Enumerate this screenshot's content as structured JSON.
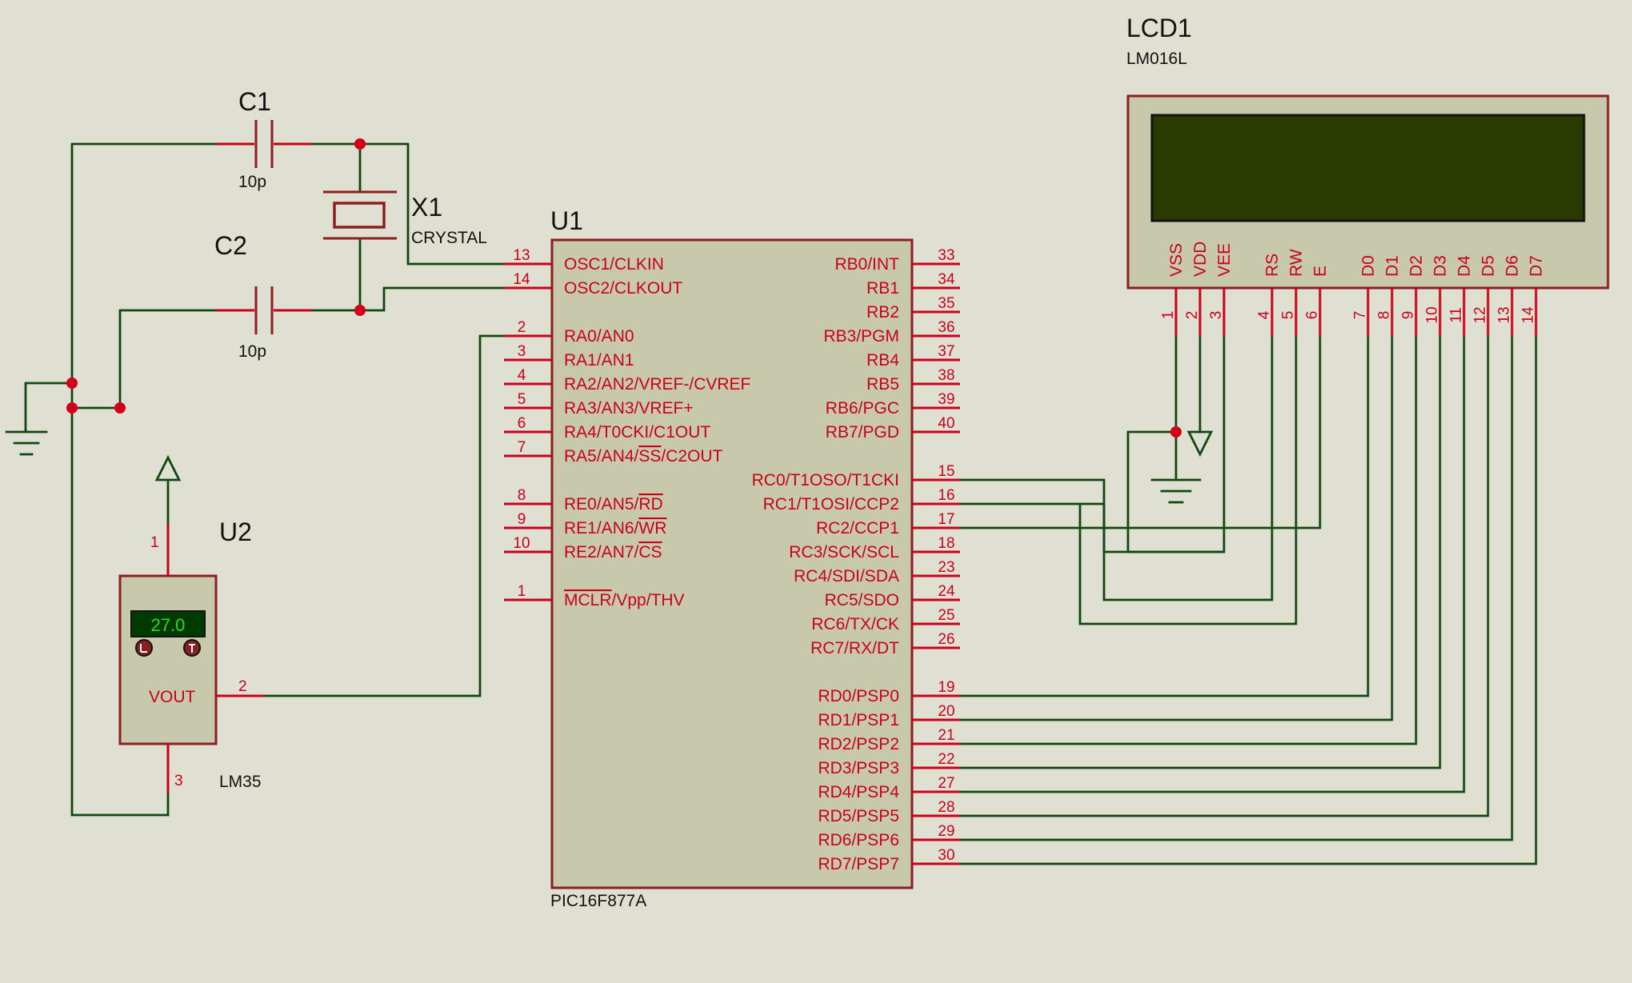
{
  "components": {
    "lcd": {
      "ref": "LCD1",
      "value": "LM016L",
      "pins": [
        {
          "num": "1",
          "name": "VSS"
        },
        {
          "num": "2",
          "name": "VDD"
        },
        {
          "num": "3",
          "name": "VEE"
        },
        {
          "num": "4",
          "name": "RS"
        },
        {
          "num": "5",
          "name": "RW"
        },
        {
          "num": "6",
          "name": "E"
        },
        {
          "num": "7",
          "name": "D0"
        },
        {
          "num": "8",
          "name": "D1"
        },
        {
          "num": "9",
          "name": "D2"
        },
        {
          "num": "10",
          "name": "D3"
        },
        {
          "num": "11",
          "name": "D4"
        },
        {
          "num": "12",
          "name": "D5"
        },
        {
          "num": "13",
          "name": "D6"
        },
        {
          "num": "14",
          "name": "D7"
        }
      ]
    },
    "mcu": {
      "ref": "U1",
      "value": "PIC16F877A",
      "pins_left": [
        {
          "num": "13",
          "name": "OSC1/CLKIN"
        },
        {
          "num": "14",
          "name": "OSC2/CLKOUT"
        },
        {
          "num": "2",
          "name": "RA0/AN0"
        },
        {
          "num": "3",
          "name": "RA1/AN1"
        },
        {
          "num": "4",
          "name": "RA2/AN2/VREF-/CVREF"
        },
        {
          "num": "5",
          "name": "RA3/AN3/VREF+"
        },
        {
          "num": "6",
          "name": "RA4/T0CKI/C1OUT"
        },
        {
          "num": "7",
          "name": "RA5/AN4/SS/C2OUT"
        },
        {
          "num": "8",
          "name": "RE0/AN5/RD"
        },
        {
          "num": "9",
          "name": "RE1/AN6/WR"
        },
        {
          "num": "10",
          "name": "RE2/AN7/CS"
        },
        {
          "num": "1",
          "name": "MCLR/Vpp/THV"
        }
      ],
      "pins_right": [
        {
          "num": "33",
          "name": "RB0/INT"
        },
        {
          "num": "34",
          "name": "RB1"
        },
        {
          "num": "35",
          "name": "RB2"
        },
        {
          "num": "36",
          "name": "RB3/PGM"
        },
        {
          "num": "37",
          "name": "RB4"
        },
        {
          "num": "38",
          "name": "RB5"
        },
        {
          "num": "39",
          "name": "RB6/PGC"
        },
        {
          "num": "40",
          "name": "RB7/PGD"
        },
        {
          "num": "15",
          "name": "RC0/T1OSO/T1CKI"
        },
        {
          "num": "16",
          "name": "RC1/T1OSI/CCP2"
        },
        {
          "num": "17",
          "name": "RC2/CCP1"
        },
        {
          "num": "18",
          "name": "RC3/SCK/SCL"
        },
        {
          "num": "23",
          "name": "RC4/SDI/SDA"
        },
        {
          "num": "24",
          "name": "RC5/SDO"
        },
        {
          "num": "25",
          "name": "RC6/TX/CK"
        },
        {
          "num": "26",
          "name": "RC7/RX/DT"
        },
        {
          "num": "19",
          "name": "RD0/PSP0"
        },
        {
          "num": "20",
          "name": "RD1/PSP1"
        },
        {
          "num": "21",
          "name": "RD2/PSP2"
        },
        {
          "num": "22",
          "name": "RD3/PSP3"
        },
        {
          "num": "27",
          "name": "RD4/PSP4"
        },
        {
          "num": "28",
          "name": "RD5/PSP5"
        },
        {
          "num": "29",
          "name": "RD6/PSP6"
        },
        {
          "num": "30",
          "name": "RD7/PSP7"
        }
      ]
    },
    "c1": {
      "ref": "C1",
      "value": "10p"
    },
    "c2": {
      "ref": "C2",
      "value": "10p"
    },
    "crystal": {
      "ref": "X1",
      "value": "CRYSTAL"
    },
    "sensor": {
      "ref": "U2",
      "value": "LM35",
      "reading": "27.0",
      "pin_label": "VOUT",
      "pins": [
        "1",
        "2",
        "3"
      ],
      "display_color": "#2bd92b"
    }
  },
  "colors": {
    "wire": "#10480f",
    "pin": "#c8001a",
    "body_fill": "#c8c8ac",
    "body_stroke": "#8a1f1f",
    "lcd_screen": "#2b3a00",
    "background": "#e0e0d2"
  }
}
